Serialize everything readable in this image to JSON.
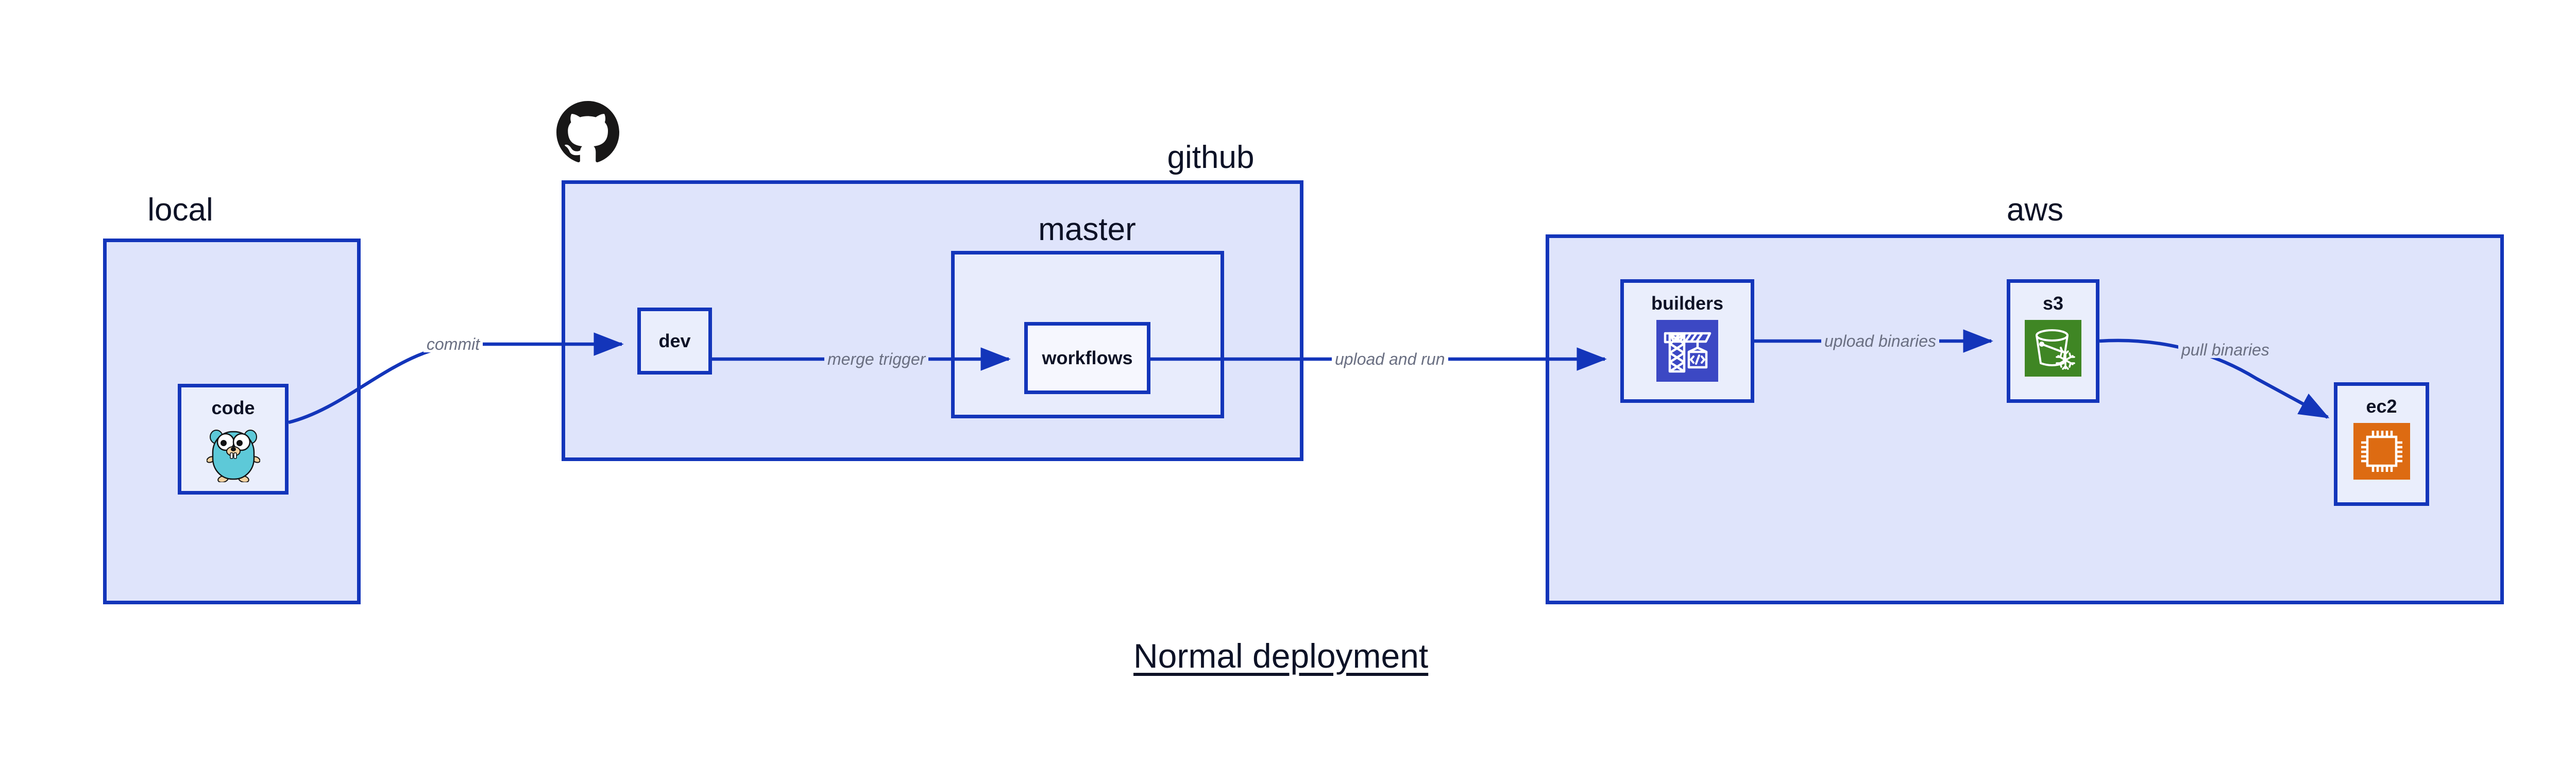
{
  "title": "Normal deployment",
  "colors": {
    "group_fill": "#dfe4fb",
    "group_inner_fill": "#e8ecfc",
    "node_fill": "#eaeefc",
    "border": "#1335ba",
    "edge": "#1335ba",
    "edge_label": "#6a6f82",
    "text": "#0d1226",
    "codebuild_orange": "#3c48c4",
    "s3_green": "#3f8624",
    "ec2_orange": "#dd6b12",
    "gopher_cyan": "#5dc9d8",
    "github_black": "#181717"
  },
  "groups": [
    {
      "id": "local",
      "label": "local"
    },
    {
      "id": "github",
      "label": "github"
    },
    {
      "id": "master",
      "label": "master"
    },
    {
      "id": "aws",
      "label": "aws"
    }
  ],
  "nodes": [
    {
      "id": "code",
      "label": "code",
      "icon": "go-gopher-icon"
    },
    {
      "id": "dev",
      "label": "dev",
      "icon": null
    },
    {
      "id": "workflows",
      "label": "workflows",
      "icon": null
    },
    {
      "id": "builders",
      "label": "builders",
      "icon": "aws-codebuild-icon"
    },
    {
      "id": "s3",
      "label": "s3",
      "icon": "aws-s3-glacier-icon"
    },
    {
      "id": "ec2",
      "label": "ec2",
      "icon": "aws-ec2-chip-icon"
    }
  ],
  "edges": [
    {
      "id": "commit",
      "from": "code",
      "to": "dev",
      "label": "commit"
    },
    {
      "id": "merge-trigger",
      "from": "dev",
      "to": "workflows",
      "label": "merge trigger"
    },
    {
      "id": "upload-and-run",
      "from": "workflows",
      "to": "builders",
      "label": "upload and run"
    },
    {
      "id": "upload-binaries",
      "from": "builders",
      "to": "s3",
      "label": "upload binaries"
    },
    {
      "id": "pull-binaries",
      "from": "s3",
      "to": "ec2",
      "label": "pull binaries"
    }
  ],
  "logos": [
    {
      "id": "github-logo",
      "name": "github-octocat-logo"
    }
  ]
}
